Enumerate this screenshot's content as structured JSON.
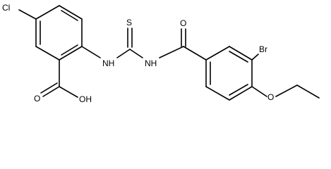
{
  "atoms": {
    "cl": "Cl",
    "s": "S",
    "o_amide": "O",
    "nh_left": "NH",
    "nh_right": "NH",
    "br": "Br",
    "o_ether": "O",
    "o_acid": "O",
    "oh": "OH"
  }
}
